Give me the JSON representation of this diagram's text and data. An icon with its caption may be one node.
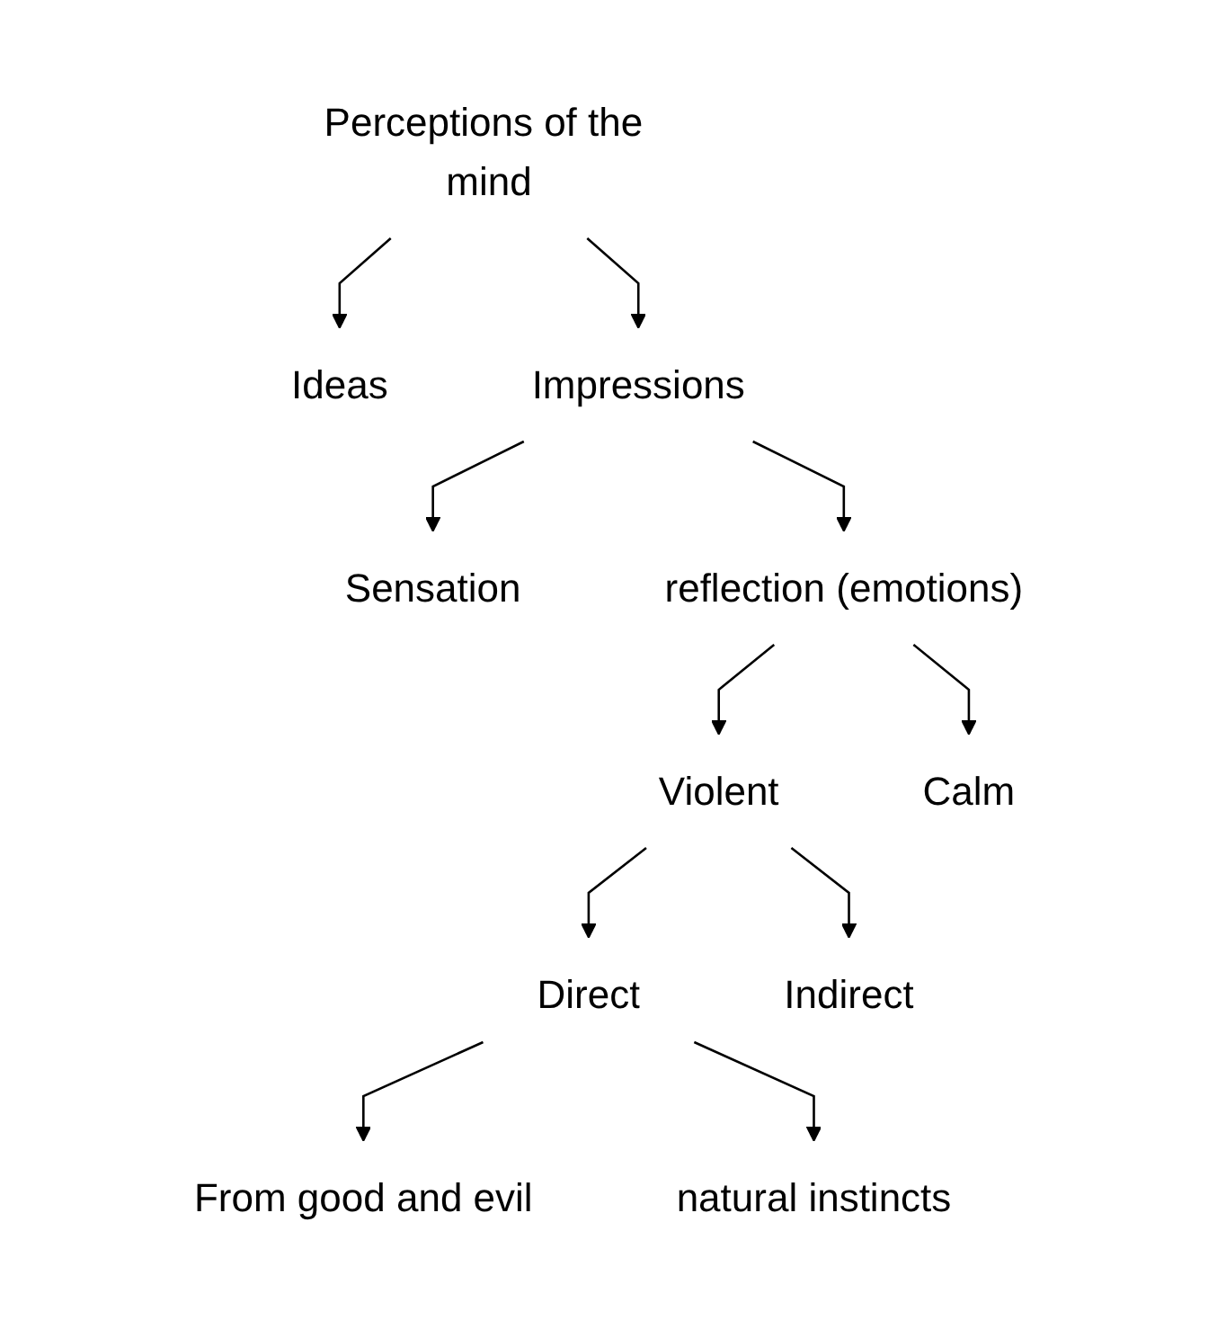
{
  "diagram": {
    "nodes": [
      {
        "text": [
          "Perceptions of the mind"
        ]
      },
      {
        "text": [
          "Ideas"
        ]
      },
      {
        "text": [
          "Impressions"
        ]
      },
      {
        "text": [
          "Sensation"
        ]
      },
      {
        "text": [
          "reflection (emotions)"
        ]
      },
      {
        "text": [
          "Violent"
        ]
      },
      {
        "text": [
          "Calm"
        ]
      },
      {
        "text": [
          "Direct"
        ]
      },
      {
        "text": [
          "Indirect"
        ]
      },
      {
        "text": [
          "From good and evil"
        ]
      },
      {
        "text": [
          "natural instincts"
        ]
      }
    ],
    "edges": [
      {
        "from": 0,
        "to": 1,
        "arrow": "to"
      },
      {
        "from": 0,
        "to": 2,
        "arrow": "to"
      },
      {
        "from": 2,
        "to": 3,
        "arrow": "to"
      },
      {
        "from": 2,
        "to": 4,
        "arrow": "to"
      },
      {
        "from": 4,
        "to": 5,
        "arrow": "to"
      },
      {
        "from": 4,
        "to": 6,
        "arrow": "to"
      },
      {
        "from": 5,
        "to": 7,
        "arrow": "to"
      },
      {
        "from": 5,
        "to": 8,
        "arrow": "to"
      },
      {
        "from": 7,
        "to": 9,
        "arrow": "to"
      },
      {
        "from": 7,
        "to": 10,
        "arrow": "to"
      }
    ]
  }
}
